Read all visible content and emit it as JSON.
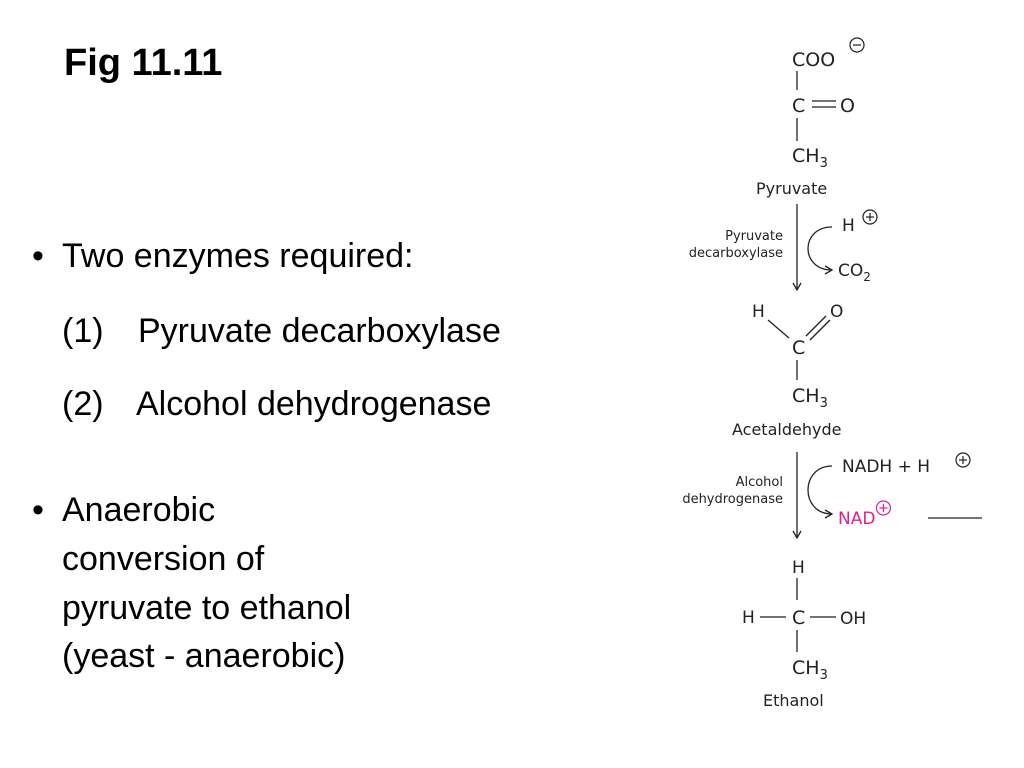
{
  "slide": {
    "title": "Fig 11.11",
    "bullet_symbol": "•",
    "bullets": [
      {
        "text": "Two enzymes required:",
        "enzymes": [
          {
            "number": "(1)",
            "name": "Pyruvate decarboxylase"
          },
          {
            "number": "(2)",
            "name": "Alcohol dehydrogenase"
          }
        ]
      },
      {
        "lines": [
          "Anaerobic",
          "conversion of",
          "pyruvate to ethanol",
          "(yeast - anaerobic)"
        ]
      }
    ]
  },
  "diagram": {
    "pyruvate": {
      "group_top": "COO",
      "carbonyl_c": "C",
      "carbonyl_o": "O",
      "methyl": "CH",
      "methyl_sub": "3",
      "label": "Pyruvate"
    },
    "step1": {
      "enzyme_line1": "Pyruvate",
      "enzyme_line2": "decarboxylase",
      "consumed": "H",
      "released": "CO",
      "released_sub": "2"
    },
    "acetaldehyde": {
      "h": "H",
      "o": "O",
      "c": "C",
      "methyl": "CH",
      "methyl_sub": "3",
      "label": "Acetaldehyde"
    },
    "step2": {
      "enzyme_line1": "Alcohol",
      "enzyme_line2": "dehydrogenase",
      "consumed": "NADH + H",
      "released": "NAD",
      "released_color": "#e0218a"
    },
    "ethanol": {
      "h_top": "H",
      "h_left": "H",
      "c": "C",
      "oh": "OH",
      "methyl": "CH",
      "methyl_sub": "3",
      "label": "Ethanol"
    }
  }
}
